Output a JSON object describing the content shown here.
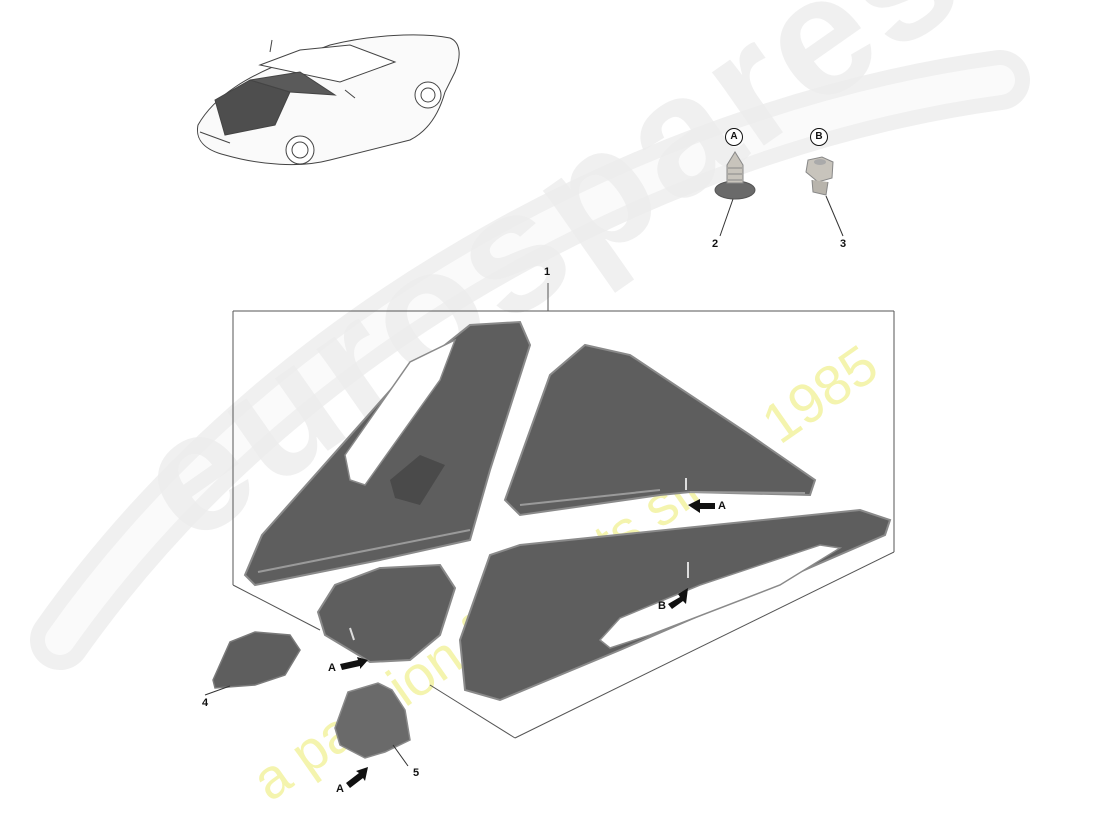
{
  "diagram": {
    "subject": "bonnet insulation panels exploded view",
    "overview_car": {
      "icon": "car-overview-icon",
      "highlight": "bonnet insulation"
    },
    "frame_callout": "1",
    "fasteners": [
      {
        "circle_label": "A",
        "callout": "2",
        "icon": "push-clip-icon"
      },
      {
        "circle_label": "B",
        "callout": "3",
        "icon": "hex-nut-icon"
      }
    ],
    "parts": [
      {
        "callout": "4",
        "icon": "small-insulation-pad-icon"
      },
      {
        "callout": "5",
        "icon": "small-insulation-pad-icon"
      }
    ],
    "arrow_labels": {
      "upper_right_panel": "A",
      "lower_right_panel": "B",
      "center_small_panel": "A",
      "bottom_small_panel": "A"
    }
  },
  "watermark": {
    "brand": "eurospares",
    "tagline": "a passion for parts since 1985",
    "brand_color": "#e8e8e8",
    "tagline_color": "#f2f29a"
  },
  "colors": {
    "panel_fill": "#5e5e5e",
    "panel_edge": "#8a8a8a",
    "line": "#333333"
  }
}
